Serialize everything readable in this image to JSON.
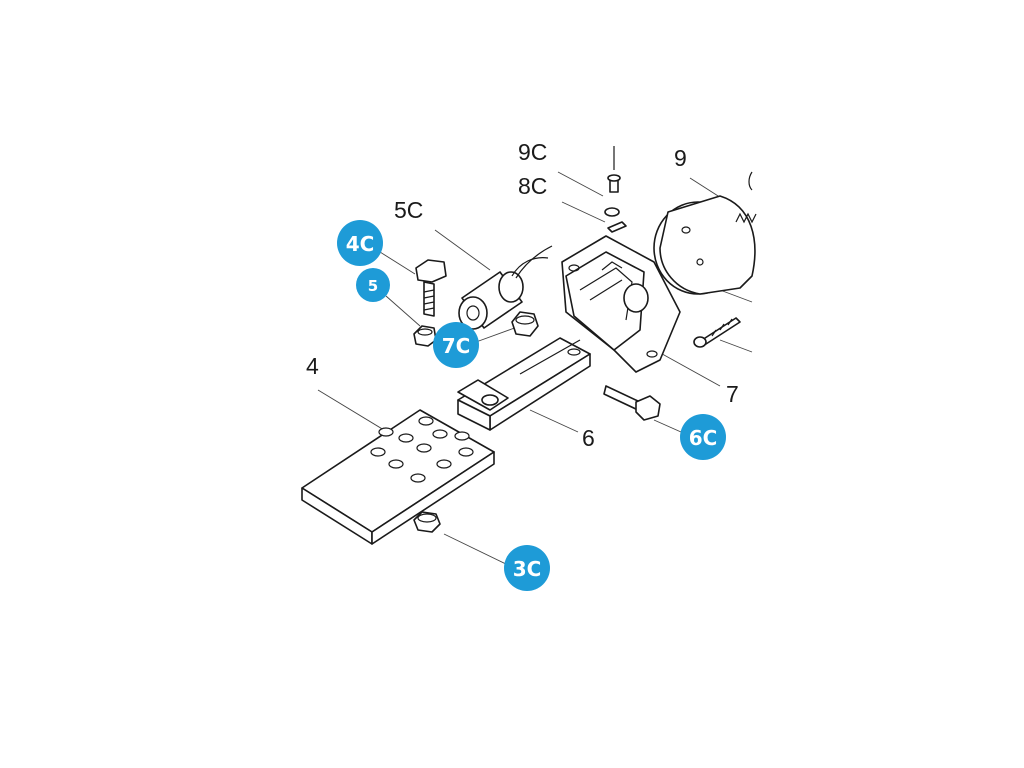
{
  "diagram": {
    "labels": {
      "l9c": "9C",
      "l8c": "8C",
      "l9": "9",
      "l5c": "5C",
      "l4": "4",
      "l6": "6",
      "l7": "7"
    },
    "badges": {
      "b4c": "4C",
      "b5": "5",
      "b7c": "7C",
      "b6c": "6C",
      "b3c": "3C"
    },
    "colors": {
      "badge": "#1e9bd7",
      "line": "#1a1a1a"
    }
  }
}
